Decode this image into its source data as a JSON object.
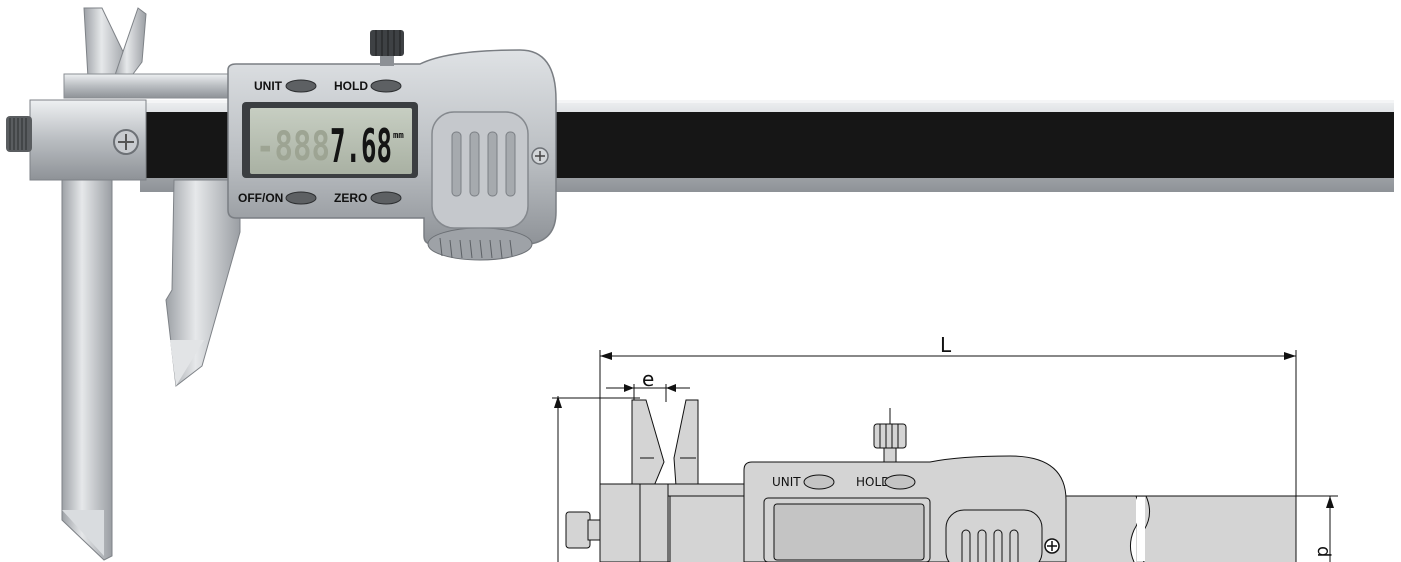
{
  "photo": {
    "buttons": {
      "unit": "UNIT",
      "hold": "HOLD",
      "off_on": "OFF/ON",
      "zero": "ZERO"
    },
    "display": {
      "ghost_digits": "-888",
      "reading": "7.68",
      "unit": "mm"
    }
  },
  "drawing": {
    "buttons": {
      "unit": "UNIT",
      "hold": "HOLD"
    },
    "dimensions": {
      "length": "L",
      "jaw_offset": "e",
      "depth": "d"
    }
  },
  "colors": {
    "metal": "#c9ccd0",
    "scale_black": "#1a1a1a",
    "lcd": "#b9c1b3",
    "drawing_fill": "#d4d4d4"
  }
}
